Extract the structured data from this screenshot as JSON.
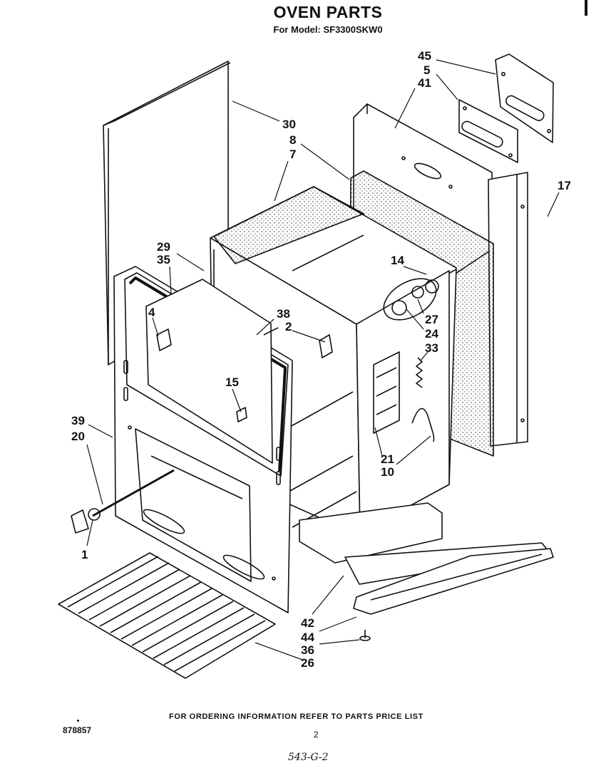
{
  "header": {
    "title": "OVEN PARTS",
    "model_line": "For Model: SF3300SKW0"
  },
  "callouts": [
    "45",
    "5",
    "41",
    "30",
    "8",
    "7",
    "17",
    "14",
    "29",
    "35",
    "38",
    "2",
    "4",
    "27",
    "24",
    "33",
    "15",
    "39",
    "20",
    "21",
    "10",
    "1",
    "42",
    "44",
    "36",
    "26"
  ],
  "footer": {
    "note": "FOR ORDERING INFORMATION REFER TO PARTS PRICE LIST",
    "doc_number": "878857",
    "page_number": "2",
    "handwritten_code": "543-G-2"
  }
}
